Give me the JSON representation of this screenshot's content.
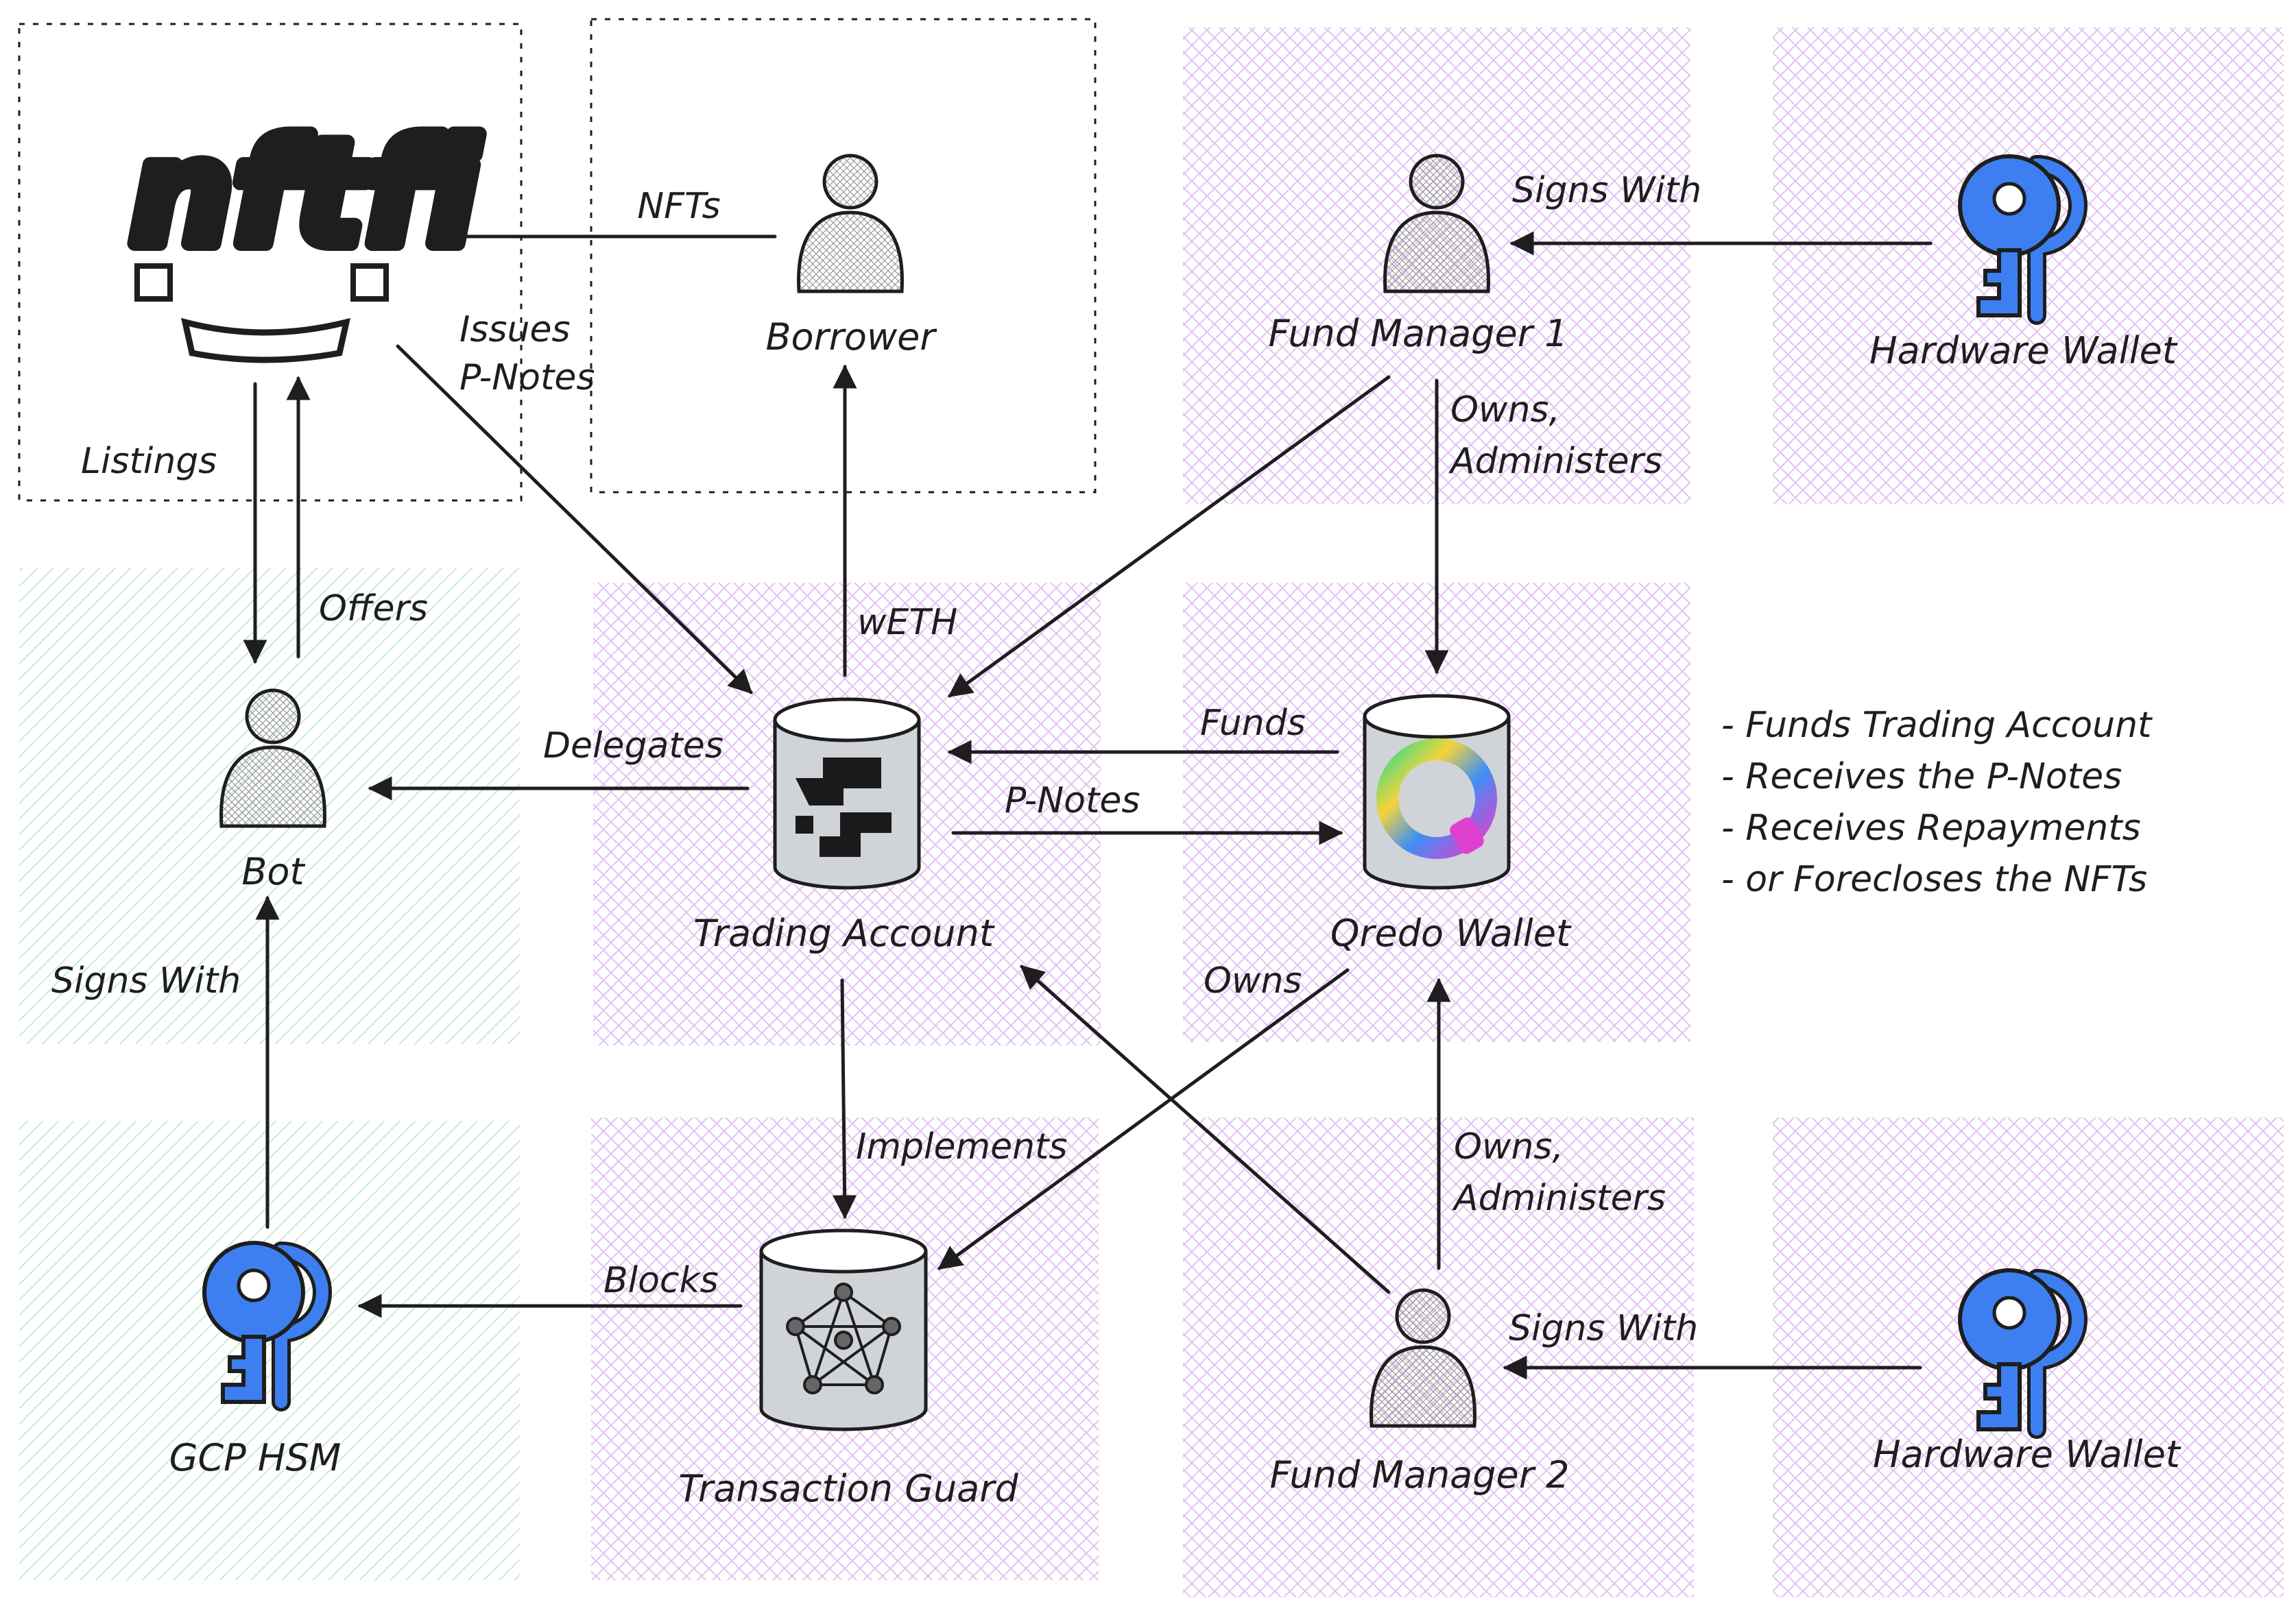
{
  "colors": {
    "ink": "#1e1e1e",
    "purple_zone": "#d8a7ee",
    "green_zone": "#8fd9a0",
    "key_blue": "#3d7ff0",
    "person_fill": "#d9d9d9",
    "db_fill": "#d0d3d8"
  },
  "logo": {
    "text": "nftfi",
    "icon": "nftfi-logo"
  },
  "nodes": {
    "borrower": "Borrower",
    "fund_manager_1": "Fund Manager 1",
    "hardware_wallet_1": "Hardware Wallet",
    "bot": "Bot",
    "trading_account": "Trading Account",
    "qredo_wallet": "Qredo Wallet",
    "gcp_hsm": "GCP HSM",
    "transaction_guard": "Transaction Guard",
    "fund_manager_2": "Fund Manager 2",
    "hardware_wallet_2": "Hardware Wallet"
  },
  "edges": {
    "nfts": "NFTs",
    "issues": [
      "Issues",
      "P-Notes"
    ],
    "listings": "Listings",
    "offers": "Offers",
    "signs_with_fm1": "Signs With",
    "owns_administers_1": [
      "Owns,",
      "Administers"
    ],
    "weth": "wETH",
    "delegates": "Delegates",
    "funds": "Funds",
    "p_notes": "P-Notes",
    "signs_with_bot": "Signs With",
    "owns": "Owns",
    "implements": "Implements",
    "owns_administers_2": [
      "Owns,",
      "Administers"
    ],
    "blocks": "Blocks",
    "signs_with_fm2": "Signs With"
  },
  "notes": [
    "- Funds Trading Account",
    "- Receives the P-Notes",
    "- Receives Repayments",
    "- or Forecloses the NFTs"
  ],
  "icons": {
    "person": "person-icon",
    "key": "key-icon",
    "database": "database-icon",
    "nodes_graph": "network-graph-icon",
    "qredo": "qredo-logo"
  }
}
